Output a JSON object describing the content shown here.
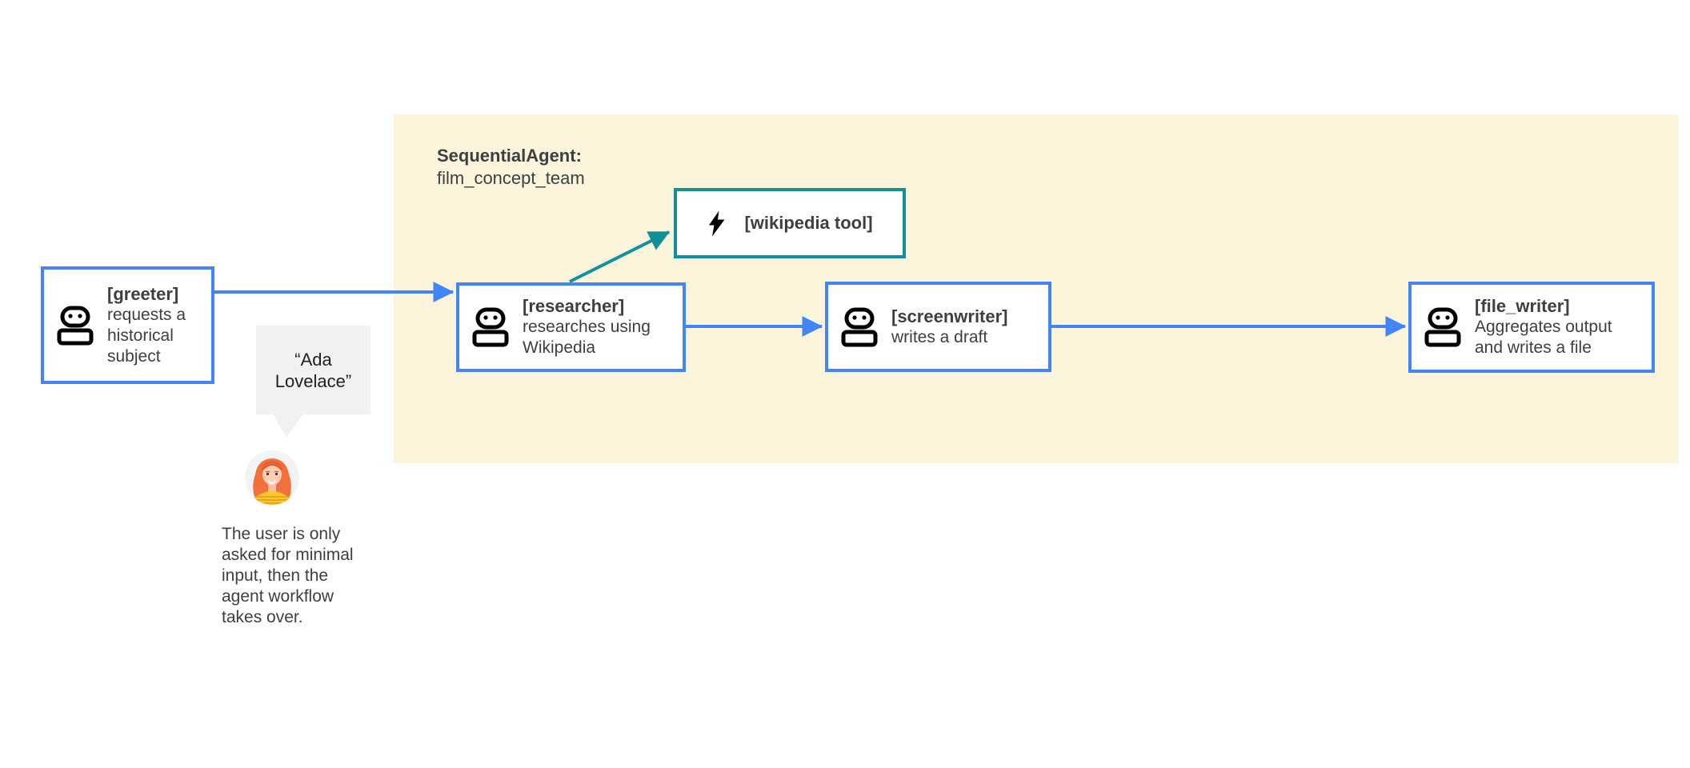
{
  "colors": {
    "blue": "#4285F4",
    "teal": "#0F909B",
    "cream": "#FCF4DB",
    "ink": "#3C4043",
    "bubble_gray": "#F1F1F1"
  },
  "group": {
    "title": "SequentialAgent:",
    "name": "film_concept_team"
  },
  "nodes": {
    "greeter": {
      "title": "[greeter]",
      "desc": "requests a historical subject",
      "icon": "robot-icon"
    },
    "researcher": {
      "title": "[researcher]",
      "desc": "researches using Wikipedia",
      "icon": "robot-icon"
    },
    "screenwriter": {
      "title": "[screenwriter]",
      "desc": "writes a draft",
      "icon": "robot-icon"
    },
    "file_writer": {
      "title": "[file_writer]",
      "desc": "Aggregates output and writes a file",
      "icon": "robot-icon"
    },
    "wikipedia_tool": {
      "title": "[wikipedia tool]",
      "icon": "lightning-bolt-icon"
    }
  },
  "user": {
    "quote": "“Ada Lovelace”",
    "caption": "The user is only asked for minimal input, then the agent workflow takes over.",
    "avatar": "woman-avatar"
  }
}
